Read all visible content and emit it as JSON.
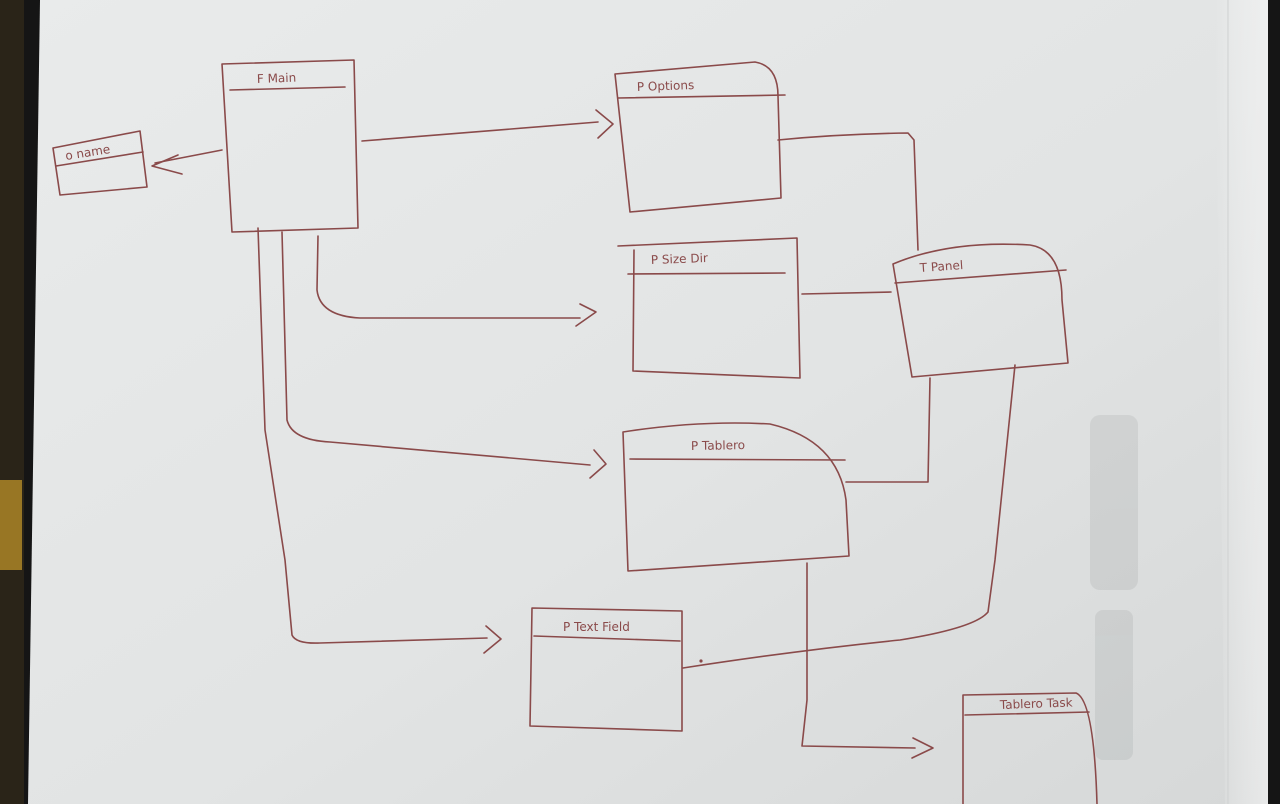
{
  "diagram": {
    "boxes": [
      {
        "id": "fmain",
        "label": "F Main"
      },
      {
        "id": "oname",
        "label": "o name"
      },
      {
        "id": "poptions",
        "label": "P Options"
      },
      {
        "id": "psizedir",
        "label": "P Size Dir"
      },
      {
        "id": "tpanel",
        "label": "T Panel"
      },
      {
        "id": "ptablero",
        "label": "P Tablero"
      },
      {
        "id": "ptextfield",
        "label": "P Text Field"
      },
      {
        "id": "tablerotask",
        "label": "Tablero Task"
      }
    ]
  },
  "colors": {
    "ink": "#8a4a4a",
    "paper": "#e4e6e6",
    "desk": "#161616"
  }
}
